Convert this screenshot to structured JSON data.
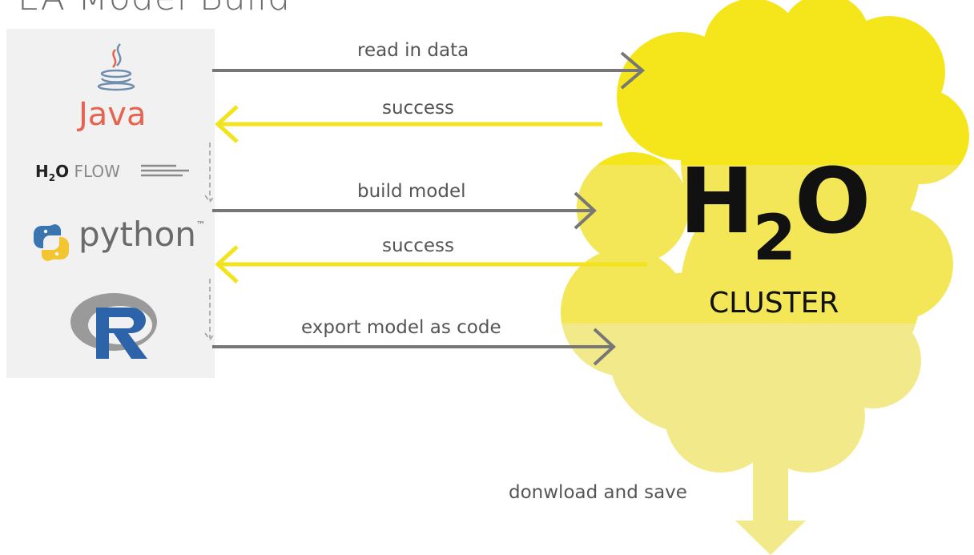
{
  "title": "EA Model Build",
  "clients": {
    "java": "Java",
    "h2o_flow_h": "H",
    "h2o_flow_2": "2",
    "h2o_flow_o": "O",
    "h2o_flow_word": "FLOW",
    "python": "python",
    "python_tm": "™"
  },
  "arrows": {
    "read_in_data": "read in data",
    "success_1": "success",
    "build_model": "build model",
    "success_2": "success",
    "export_model": "export model as code"
  },
  "cluster": {
    "h": "H",
    "two": "2",
    "o": "O",
    "label": "CLUSTER"
  },
  "download_label": "donwload and save",
  "colors": {
    "yellow_strong": "#f4e61b",
    "yellow_mid": "#f3e758",
    "yellow_light": "#f2ea8a",
    "arrow_gray": "#777777",
    "arrow_yellow": "#f2e31c",
    "java_red": "#e5634f"
  }
}
